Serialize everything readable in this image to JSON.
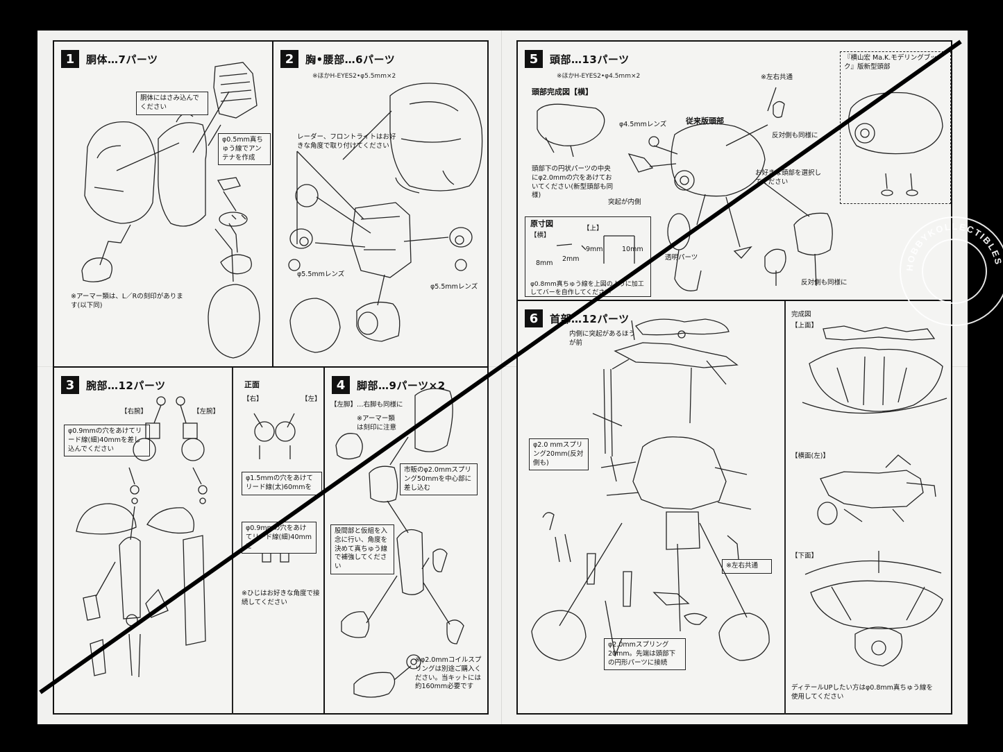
{
  "panels": {
    "p1": {
      "num": "1",
      "title": "胴体…7パーツ",
      "notes": [
        "胴体にはさみ込んでください",
        "φ0.5mm真ちゅう線でアンテナを作成"
      ],
      "footnote": "※アーマー類は、L／Rの刻印があります(以下同)"
    },
    "p2": {
      "num": "2",
      "title": "胸•腰部…6パーツ",
      "subtitle": "※ほかH-EYES2•φ5.5mm×2",
      "note": "レーダー、フロントライトはお好きな角度で取り付けてください",
      "lens_left": "φ5.5mmレンズ",
      "lens_right": "φ5.5mmレンズ"
    },
    "p3": {
      "num": "3",
      "title": "腕部…12パーツ",
      "right_arm": "【右腕】",
      "left_arm": "【左腕】",
      "note_wire": "φ0.9mmの穴をあけてリード線(細)40mmを差し込んでください",
      "front_label": "正面",
      "front_right": "【右】",
      "front_left": "【左】",
      "note_15": "φ1.5mmの穴をあけてリード線(太)60mmを",
      "note_09": "φ0.9mmの穴をあけてリード線(細)40mmを",
      "footnote": "※ひじはお好きな角度で接続してください"
    },
    "p4": {
      "num": "4",
      "title": "脚部…9パーツ×2",
      "left_leg": "【左脚】…右脚も同様に",
      "armor_note": "※アーマー類は刻印に注意",
      "note_spring": "市販のφ2.0mmスプリング50mmを中心部に差し込む",
      "note_hip": "股間部と仮組を入念に行い、角度を決めて真ちゅう線で補強してください",
      "note_coil": "※φ2.0mmコイルスプリングは別途ご購入ください。当キットには約160mm必要です"
    },
    "p5": {
      "num": "5",
      "title": "頭部…13パーツ",
      "subtitle": "※ほかH-EYES2•φ4.5mm×2",
      "complete_side": "頭部完成図【横】",
      "lens": "φ4.5mmレンズ",
      "old_head": "従来版頭部",
      "common": "※左右共通",
      "opposite": "反対側も同様に",
      "center_note": "頭部下の円状パーツの中央にφ2.0mmの穴をあけておいてください(新型頭部も同様)",
      "bump": "突起が内側",
      "choose": "お好きな頭部を選択してください",
      "proto_title": "原寸図",
      "proto_side": "【横】",
      "proto_top": "【上】",
      "dim_8": "8mm",
      "dim_2": "2mm",
      "dim_9": "9mm",
      "dim_10": "10mm",
      "transparent": "透明パーツ",
      "brass_note": "φ0.8mm真ちゅう線を上図のように加工してバーを自作してください",
      "opposite2": "反対側も同様に",
      "book": "『横山宏 Ma.K.モデリングブック』版新型頭部"
    },
    "p6": {
      "num": "6",
      "title": "首部…12パーツ",
      "inner": "内側に突起があるほうが前",
      "spring20": "φ2.0 mmスプリング20mm(反対側も)",
      "common": "※左右共通",
      "spring_tip": "φ2.0mmスプリング20mm。先端は頭部下の円形パーツに接続",
      "complete": "完成図",
      "top": "【上面】",
      "side": "【横面(左)】",
      "bottom": "【下面】",
      "detail": "ディテールUPしたい方はφ0.8mm真ちゅう線を使用してください"
    }
  },
  "watermark": "HOBBYKOLLECTIBLES",
  "colors": {
    "background": "#000000",
    "paper": "#f1f1ef",
    "ink": "#111111"
  }
}
